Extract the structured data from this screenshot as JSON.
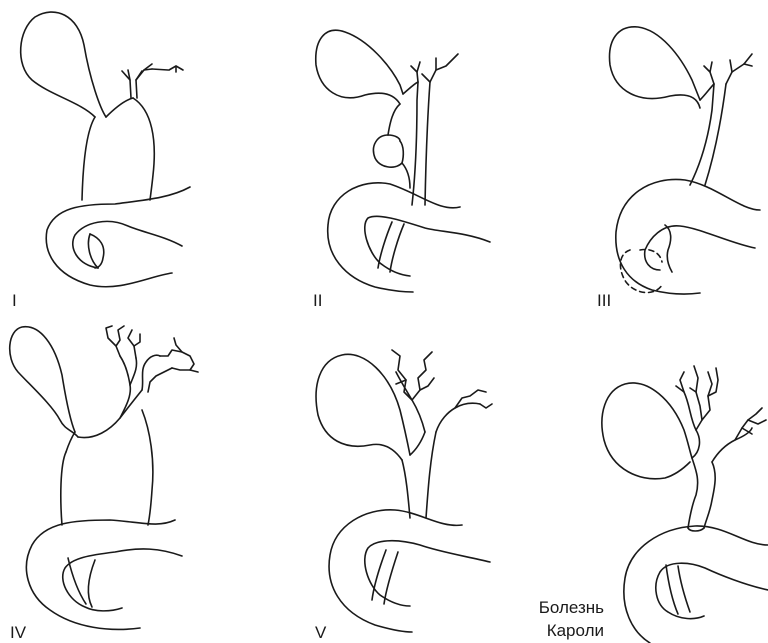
{
  "panels": [
    {
      "id": "I",
      "label": "I"
    },
    {
      "id": "II",
      "label": "II"
    },
    {
      "id": "III",
      "label": "III"
    },
    {
      "id": "IV",
      "label": "IV"
    },
    {
      "id": "V",
      "label": "V"
    },
    {
      "id": "caroli",
      "label_line1": "Болезнь",
      "label_line2": "Кароли"
    }
  ],
  "colors": {
    "line": "#1a1a1a",
    "background": "#ffffff"
  }
}
